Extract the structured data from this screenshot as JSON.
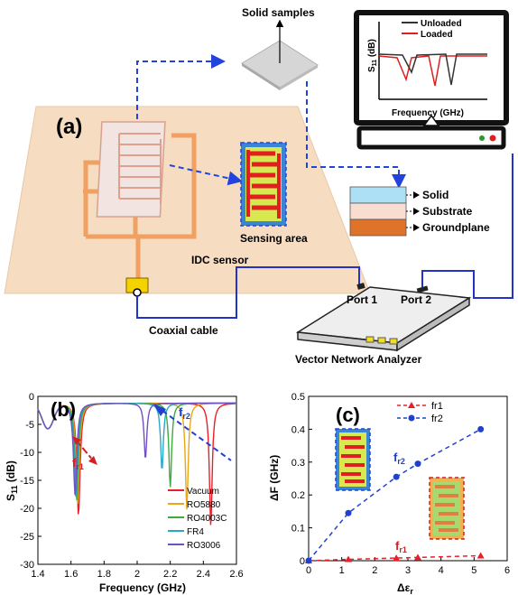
{
  "panel_a": {
    "label": "(a)",
    "solid_samples": "Solid samples",
    "sensing_area": "Sensing area",
    "idc_sensor": "IDC sensor",
    "coaxial_cable": "Coaxial cable",
    "port1": "Port 1",
    "port2": "Port 2",
    "vna": "Vector Network Analyzer",
    "layers": [
      "Solid",
      "Substrate",
      "Groundplane"
    ],
    "layer_colors": [
      "#aee0f5",
      "#f9ddd0",
      "#e0732a"
    ],
    "monitor": {
      "y_label": "S",
      "y_sub": "11",
      "y_unit": " (dB)",
      "x_label": "Frequency (GHz)",
      "legend": [
        "Unloaded",
        "Loaded"
      ]
    }
  },
  "chart_data": [
    {
      "type": "line",
      "panel_label": "(b)",
      "xlabel": "Frequency (GHz)",
      "ylabel_main": "S",
      "ylabel_sub": "11",
      "ylabel_unit": " (dB)",
      "xlim": [
        1.4,
        2.6
      ],
      "ylim": [
        -30,
        0
      ],
      "xticks": [
        "1.4",
        "1.6",
        "1.8",
        "2",
        "2.2",
        "2.4",
        "2.6"
      ],
      "yticks": [
        "0",
        "-5",
        "-10",
        "-15",
        "-20",
        "-25",
        "-30"
      ],
      "annotations": [
        {
          "text": "f",
          "sub": "r1",
          "color": "#d42020"
        },
        {
          "text": "f",
          "sub": "r2",
          "color": "#2040d0"
        }
      ],
      "series": [
        {
          "name": "Vacuum",
          "color": "#e8202a",
          "f1": 1.645,
          "d1": -20,
          "f2": 2.445,
          "d2": -22
        },
        {
          "name": "RO5880",
          "color": "#e6a817",
          "f1": 1.64,
          "d1": -18,
          "f2": 2.3,
          "d2": -19
        },
        {
          "name": "RO4003C",
          "color": "#3dab3d",
          "f1": 1.635,
          "d1": -17.5,
          "f2": 2.2,
          "d2": -15
        },
        {
          "name": "FR4",
          "color": "#2aa8c8",
          "f1": 1.63,
          "d1": -17,
          "f2": 2.15,
          "d2": -12
        },
        {
          "name": "RO3006",
          "color": "#7050c0",
          "f1": 1.625,
          "d1": -16.5,
          "f2": 2.05,
          "d2": -10
        }
      ]
    },
    {
      "type": "scatter",
      "panel_label": "(c)",
      "xlabel": "Δε",
      "xlabel_sub": "r",
      "ylabel": "ΔF (GHz)",
      "xlim": [
        0,
        6
      ],
      "ylim": [
        0,
        0.5
      ],
      "xticks": [
        "0",
        "1",
        "2",
        "3",
        "4",
        "5",
        "6"
      ],
      "yticks": [
        "0",
        "0.1",
        "0.2",
        "0.3",
        "0.4",
        "0.5"
      ],
      "annotations": [
        {
          "text": "f",
          "sub": "r2",
          "color": "#2040d0"
        },
        {
          "text": "f",
          "sub": "r1",
          "color": "#d42020"
        }
      ],
      "series": [
        {
          "name": "fr1",
          "color": "#e8202a",
          "marker": "triangle",
          "x": [
            0,
            1.2,
            2.65,
            3.3,
            5.2
          ],
          "y": [
            0,
            0.004,
            0.008,
            0.01,
            0.015
          ]
        },
        {
          "name": "fr2",
          "color": "#2040d0",
          "marker": "circle",
          "x": [
            0,
            1.2,
            2.65,
            3.3,
            5.2
          ],
          "y": [
            0,
            0.145,
            0.255,
            0.295,
            0.4
          ]
        }
      ]
    }
  ]
}
